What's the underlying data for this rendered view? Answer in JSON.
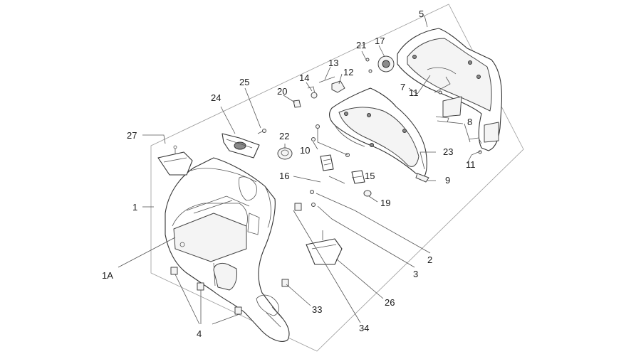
{
  "labels": [
    {
      "id": "1",
      "text": "1"
    },
    {
      "id": "1A",
      "text": "1A"
    },
    {
      "id": "2",
      "text": "2"
    },
    {
      "id": "3",
      "text": "3"
    },
    {
      "id": "4",
      "text": "4"
    },
    {
      "id": "5",
      "text": "5"
    },
    {
      "id": "7",
      "text": "7"
    },
    {
      "id": "8",
      "text": "8"
    },
    {
      "id": "9",
      "text": "9"
    },
    {
      "id": "10",
      "text": "10"
    },
    {
      "id": "11a",
      "text": "11"
    },
    {
      "id": "11b",
      "text": "11"
    },
    {
      "id": "12",
      "text": "12"
    },
    {
      "id": "13",
      "text": "13"
    },
    {
      "id": "14",
      "text": "14"
    },
    {
      "id": "15",
      "text": "15"
    },
    {
      "id": "16",
      "text": "16"
    },
    {
      "id": "17",
      "text": "17"
    },
    {
      "id": "19",
      "text": "19"
    },
    {
      "id": "20",
      "text": "20"
    },
    {
      "id": "21",
      "text": "21"
    },
    {
      "id": "22",
      "text": "22"
    },
    {
      "id": "23",
      "text": "23"
    },
    {
      "id": "24",
      "text": "24"
    },
    {
      "id": "25",
      "text": "25"
    },
    {
      "id": "26",
      "text": "26"
    },
    {
      "id": "27",
      "text": "27"
    },
    {
      "id": "33",
      "text": "33"
    },
    {
      "id": "34",
      "text": "34"
    }
  ]
}
